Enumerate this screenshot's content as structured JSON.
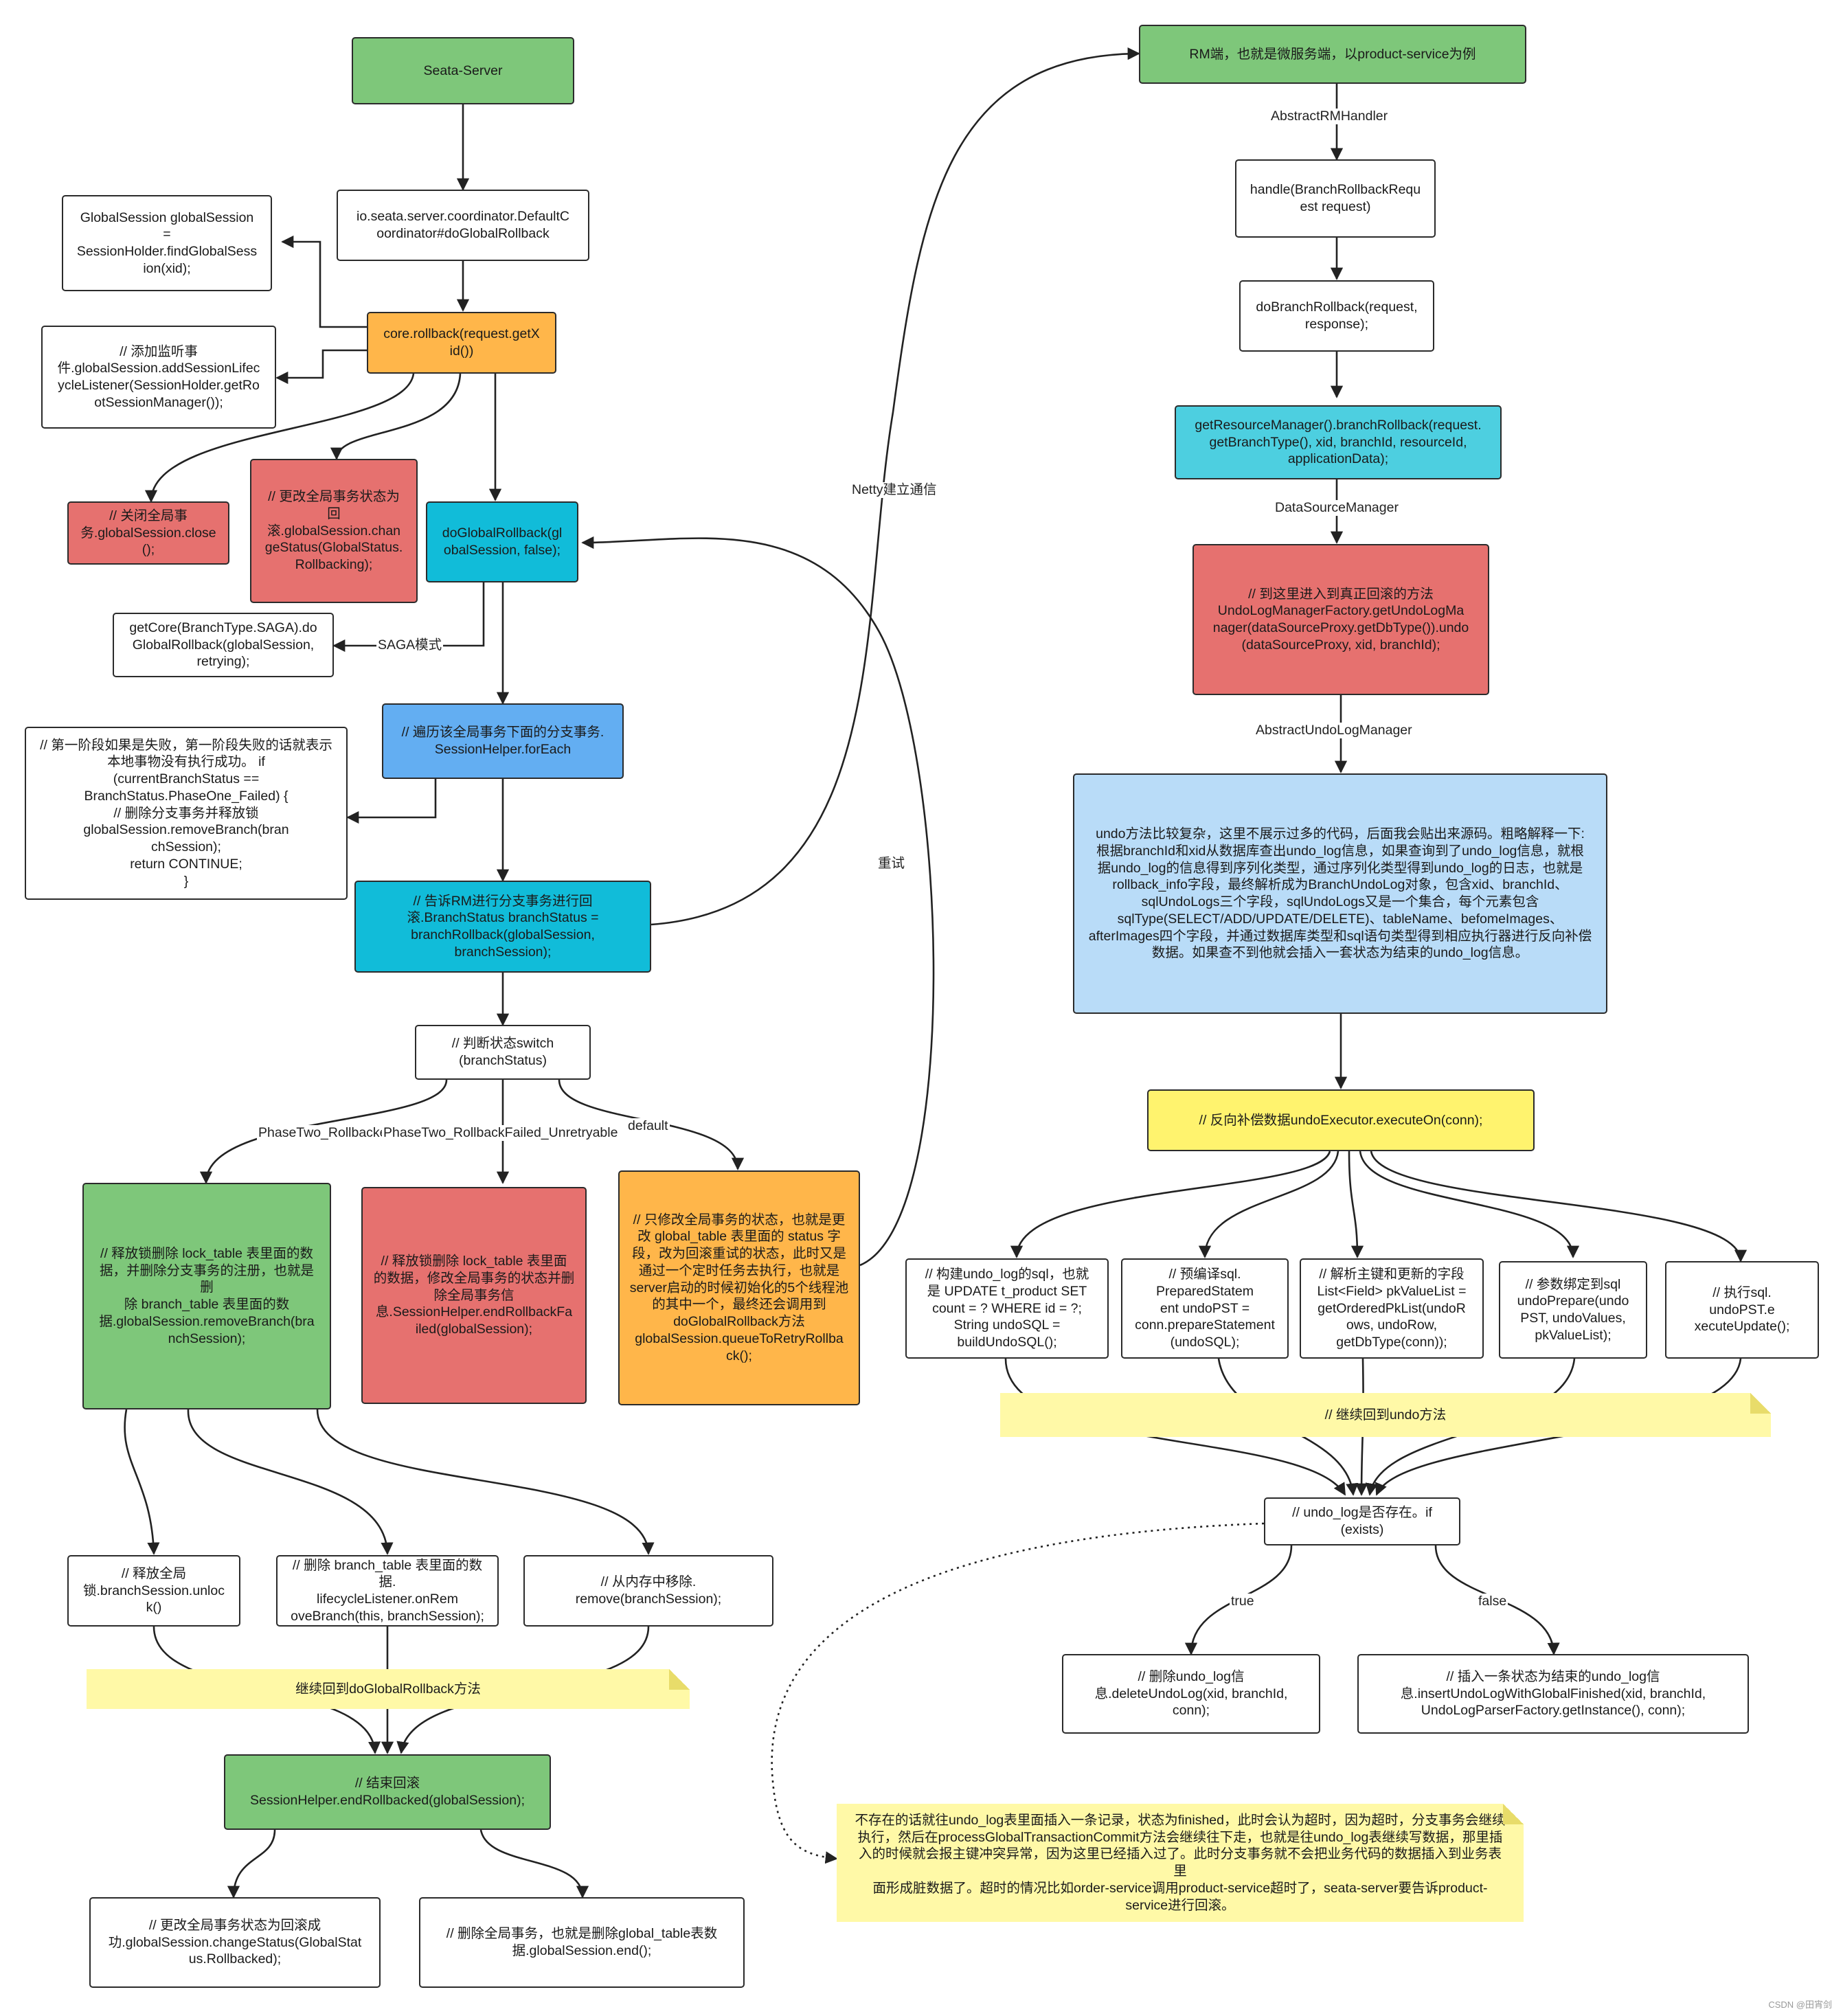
{
  "nodes": {
    "seata_server": "Seata-Server",
    "default_coordinator": "io.seata.server.coordinator.DefaultC\noordinator#doGlobalRollback",
    "find_global_session": "GlobalSession globalSession\n=\nSessionHolder.findGlobalSess\nion(xid);",
    "core_rollback": "core.rollback(request.getX\nid())",
    "add_listener": "// 添加监听事\n件.globalSession.addSessionLifec\nycleListener(SessionHolder.getRo\notSessionManager());",
    "close_global": "// 关闭全局事\n务.globalSession.close\n();",
    "change_status_rollbacking": "// 更改全局事务状态为\n回\n滚.globalSession.chan\ngeStatus(GlobalStatus.\nRollbacking);",
    "do_global_rollback": "doGlobalRollback(gl\nobalSession, false);",
    "saga_rollback": "getCore(BranchType.SAGA).do\nGlobalRollback(globalSession,\nretrying);",
    "foreach_branch": "// 遍历该全局事务下面的分支事务.\nSessionHelper.forEach",
    "phase_one_failed": "// 第一阶段如果是失败，第一阶段失败的话就表示\n本地事物没有执行成功。    if\n(currentBranchStatus ==\nBranchStatus.PhaseOne_Failed) {\n        // 删除分支事务并释放锁\nglobalSession.removeBranch(bran\nchSession);\n        return CONTINUE;\n}",
    "branch_rollback": "// 告诉RM进行分支事务进行回\n滚.BranchStatus branchStatus =\nbranchRollback(globalSession,\nbranchSession);",
    "switch_status": "// 判断状态switch\n(branchStatus)",
    "case_rollbacked": "// 释放锁删除 lock_table 表里面的数\n据，并删除分支事务的注册，也就是删\n除 branch_table 表里面的数\n据.globalSession.removeBranch(bra\nnchSession);",
    "case_failed": "// 释放锁删除 lock_table 表里面\n的数据，修改全局事务的状态并删\n除全局事务信\n息.SessionHelper.endRollbackFa\niled(globalSession);",
    "case_default": "// 只修改全局事务的状态，也就是更\n改 global_table 表里面的 status 字\n段，改为回滚重试的状态，此时又是\n通过一个定时任务去执行，也就是\nserver启动的时候初始化的5个线程池\n的其中一个，最终还会调用到\ndoGlobalRollback方法\nglobalSession.queueToRetryRollba\nck();",
    "unlock": "// 释放全局\n锁.branchSession.unloc\nk()",
    "remove_branch_table": "// 删除 branch_table 表里面的数\n据.\nlifecycleListener.onRem\noveBranch(this, branchSession);",
    "remove_memory": "// 从内存中移除.\nremove(branchSession);",
    "end_rollbacked": "// 结束回滚\nSessionHelper.endRollbacked(globalSession);",
    "change_status_rollbacked": "// 更改全局事务状态为回滚成\n功.globalSession.changeStatus(GlobalStat\nus.Rollbacked);",
    "global_session_end": "// 删除全局事务，也就是删除global_table表数\n据.globalSession.end();",
    "rm_side": "RM端，也就是微服务端，以product-service为例",
    "handle": "handle(BranchRollbackRequ\nest request)",
    "do_branch_rollback": "doBranchRollback(request,\nresponse);",
    "resource_manager_rollback": "getResourceManager().branchRollback(request.\ngetBranchType(), xid, branchId, resourceId,\napplicationData);",
    "undo_entry": "// 到这里进入到真正回滚的方法\nUndoLogManagerFactory.getUndoLogMa\nnager(dataSourceProxy.getDbType()).undo\n(dataSourceProxy, xid, branchId);",
    "undo_desc": "undo方法比较复杂，这里不展示过多的代码，后面我会贴出来源码。粗略解释一下:\n根据branchId和xid从数据库查出undo_log信息，如果查询到了undo_log信息，就根\n据undo_log的信息得到序列化类型，通过序列化类型得到undo_log的日志，也就是\nrollback_info字段，最终解析成为BranchUndoLog对象，包含xid、branchId、\nsqlUndoLogs三个字段，sqlUndoLogs又是一个集合，每个元素包含\nsqlType(SELECT/ADD/UPDATE/DELETE)、tableName、befomeImages、\nafterImages四个字段，并通过数据库类型和sql语句类型得到相应执行器进行反向补偿\n数据。如果查不到他就会插入一套状态为结束的undo_log信息。",
    "execute_on": "// 反向补偿数据undoExecutor.executeOn(conn);",
    "build_undo_sql": "// 构建undo_log的sql，也就\n是 UPDATE t_product SET\ncount = ? WHERE id = ?;\n        String undoSQL =\nbuildUndoSQL();",
    "prepare_statement": "// 预编译sql.\n        PreparedStatem\nent undoPST =\nconn.prepareStatement\n(undoSQL);",
    "parse_pk": "// 解析主键和更新的字段\nList<Field> pkValueList =\ngetOrderedPkList(undoR\nows, undoRow,\ngetDbType(conn));",
    "bind_params": "// 参数绑定到sql\nundoPrepare(undo\nPST, undoValues,\npkValueList);",
    "execute_update": "// 执行sql.\n        undoPST.e\nxecuteUpdate();",
    "undo_log_exists": "// undo_log是否存在。if\n(exists)",
    "delete_undo_log": "// 删除undo_log信\n息.deleteUndoLog(xid, branchId,\nconn);",
    "insert_undo_log": "// 插入一条状态为结束的undo_log信\n息.insertUndoLogWithGlobalFinished(xid, branchId,\nUndoLogParserFactory.getInstance(), conn);"
  },
  "notes": {
    "continue_global_rollback": "继续回到doGlobalRollback方法",
    "continue_undo": "// 继续回到undo方法",
    "timeout_note": "不存在的话就往undo_log表里面插入一条记录，状态为finished，此时会认为超时，因为超时，分支事务会继续\n执行，然后在processGlobalTransactionCommit方法会继续往下走，也就是往undo_log表继续写数据，那里插\n入的时候就会报主键冲突异常，因为这里已经插入过了。此时分支事务就不会把业务代码的数据插入到业务表里\n面形成脏数据了。超时的情况比如order-service调用product-service超时了，seata-server要告诉product-\nservice进行回滚。"
  },
  "edge_labels": {
    "saga_mode": "SAGA模式",
    "netty": "Netty建立通信",
    "retry": "重试",
    "phase_two_rollbacked": "PhaseTwo_Rollbacked",
    "phase_two_failed": "PhaseTwo_RollbackFailed_Unretryable",
    "default": "default",
    "abstract_rm_handler": "AbstractRMHandler",
    "data_source_manager": "DataSourceManager",
    "abstract_undo_log_manager": "AbstractUndoLogManager",
    "true": "true",
    "false": "false"
  },
  "watermark": "CSDN @田宵剑",
  "colors": {
    "green": "#7ec77a",
    "orange": "#ffb64a",
    "red": "#e6716f",
    "cyan": "#11bcd9",
    "teal": "#4dcfe0",
    "blue": "#63aef2",
    "light_blue": "#b9dcf8",
    "yellow": "#fff36e",
    "note": "#fff9a7",
    "edge": "#222222"
  }
}
